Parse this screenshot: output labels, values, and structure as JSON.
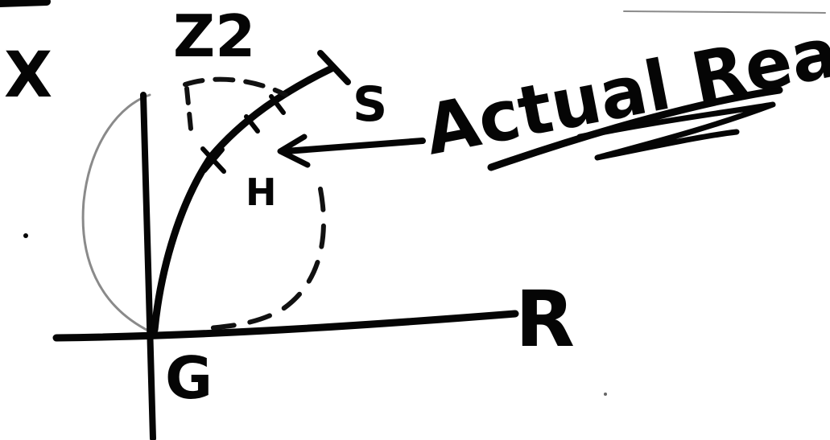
{
  "diagram": {
    "labels": {
      "x_axis": "X",
      "r_axis": "R",
      "origin": "G",
      "top_point": "Z2",
      "arc_end": "S",
      "point_h": "H",
      "annotation": "Actual Reach"
    },
    "ink_color": "#050505",
    "background_color": "#ffffff"
  }
}
